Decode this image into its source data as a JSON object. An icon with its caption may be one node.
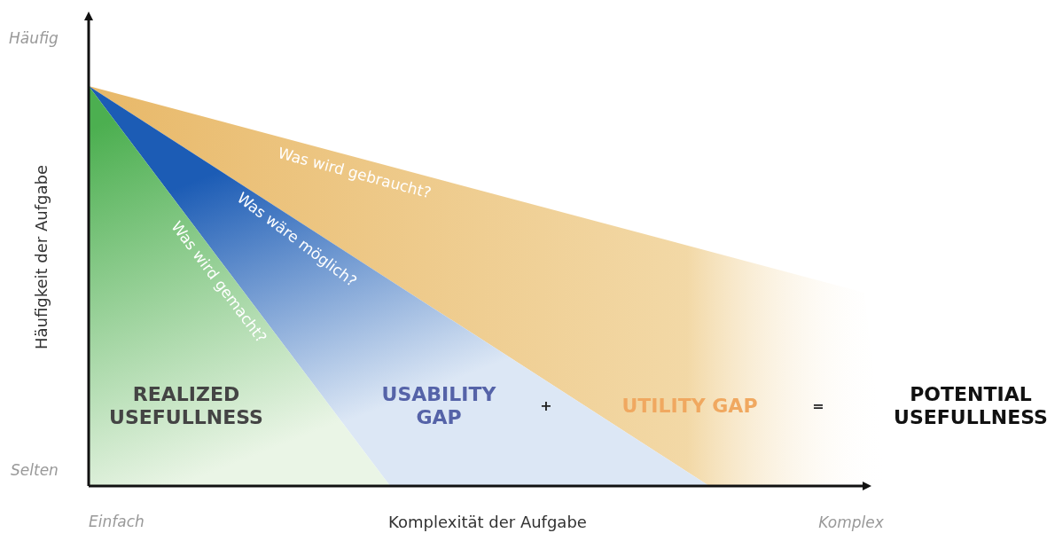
{
  "diagram": {
    "labels": [
      "Häufig",
      "Häufigkeit der Aufgabe",
      "Was wird gebraucht?",
      "Was wäre möglich?",
      "Was wird gemacht?",
      "Selten",
      "REALIZED USEFULLNESS",
      "USABILITY GAP",
      "+",
      "UTILITY GAP",
      "=",
      "POTENTIAL USEFULLNESS",
      "Einfach",
      "Komplexität der Aufgabe",
      "Komplex"
    ]
  }
}
